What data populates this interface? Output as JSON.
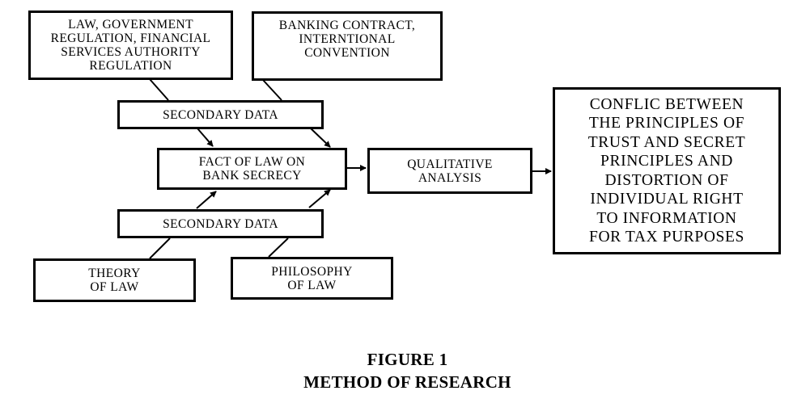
{
  "diagram": {
    "nodes": {
      "law_regulation": [
        "LAW, GOVERNMENT",
        "REGULATION, FINANCIAL",
        "SERVICES AUTHORITY",
        "REGULATION"
      ],
      "banking_contract": [
        "BANKING CONTRACT,",
        "INTERNTIONAL",
        "CONVENTION"
      ],
      "secondary_data_top": [
        "SECONDARY DATA"
      ],
      "fact_of_law": [
        "FACT OF LAW ON",
        "BANK SECRECY"
      ],
      "qualitative_analysis": [
        "QUALITATIVE",
        "ANALYSIS"
      ],
      "secondary_data_bottom": [
        "SECONDARY DATA"
      ],
      "theory_of_law": [
        "THEORY",
        "OF LAW"
      ],
      "philosophy_of_law": [
        "PHILOSOPHY",
        "OF LAW"
      ],
      "conflict": [
        "CONFLIC BETWEEN",
        "THE PRINCIPLES OF",
        "TRUST AND SECRET",
        "PRINCIPLES AND",
        "DISTORTION OF",
        "INDIVIDUAL RIGHT",
        "TO INFORMATION",
        "FOR TAX PURPOSES"
      ]
    },
    "edges": [
      {
        "from": "law_regulation",
        "to": "secondary_data_top"
      },
      {
        "from": "banking_contract",
        "to": "secondary_data_top"
      },
      {
        "from": "secondary_data_top",
        "to": "fact_of_law"
      },
      {
        "from": "theory_of_law",
        "to": "secondary_data_bottom"
      },
      {
        "from": "philosophy_of_law",
        "to": "secondary_data_bottom"
      },
      {
        "from": "secondary_data_bottom",
        "to": "fact_of_law"
      },
      {
        "from": "fact_of_law",
        "to": "qualitative_analysis"
      },
      {
        "from": "qualitative_analysis",
        "to": "conflict"
      }
    ]
  },
  "caption": {
    "figure": "FIGURE 1",
    "title": "METHOD OF RESEARCH"
  }
}
